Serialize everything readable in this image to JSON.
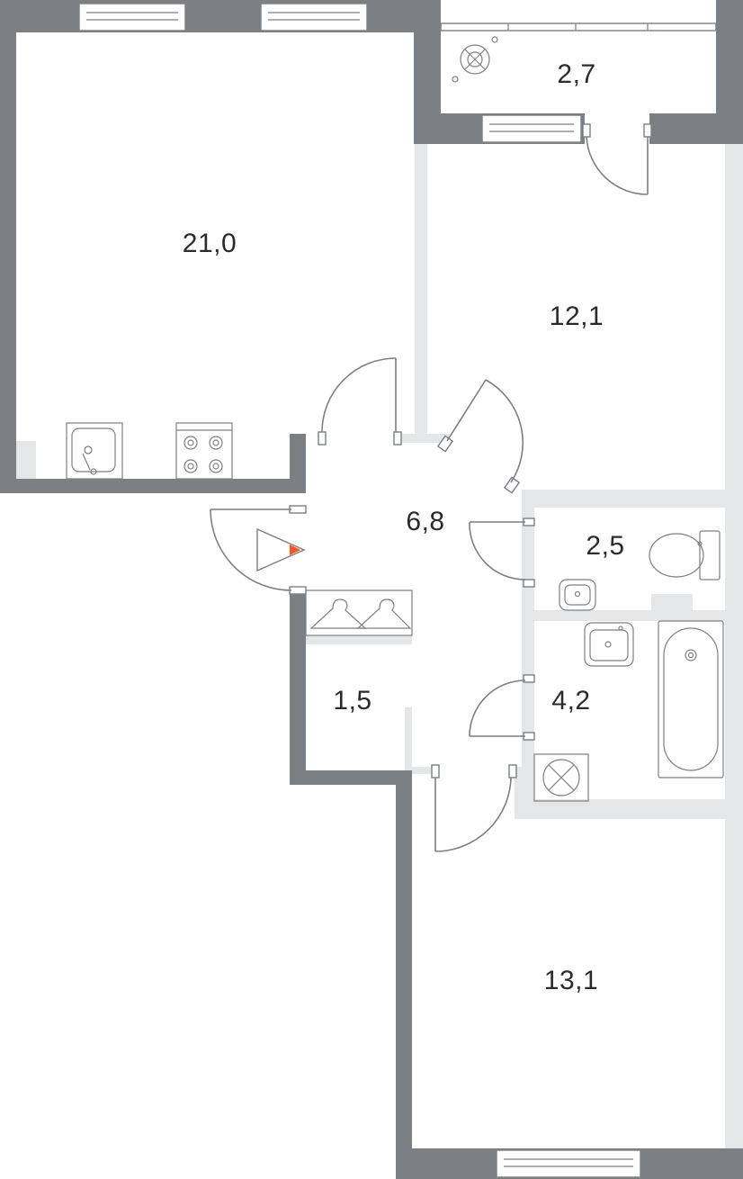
{
  "rooms": [
    {
      "id": "living-kitchen",
      "area": "21,0"
    },
    {
      "id": "balcony",
      "area": "2,7"
    },
    {
      "id": "bedroom-1",
      "area": "12,1"
    },
    {
      "id": "hallway",
      "area": "6,8"
    },
    {
      "id": "wc",
      "area": "2,5"
    },
    {
      "id": "wardrobe",
      "area": "1,5"
    },
    {
      "id": "bathroom",
      "area": "4,2"
    },
    {
      "id": "bedroom-2",
      "area": "13,1"
    }
  ],
  "icons": {
    "entrance": "entrance-arrow-icon",
    "hangers": "clothes-hanger-icon",
    "sink": "sink-icon",
    "stove": "stove-icon",
    "toilet": "toilet-icon",
    "washbasin": "washbasin-icon",
    "bathtub": "bathtub-icon",
    "washing_machine": "washing-machine-icon",
    "air_conditioner": "air-conditioner-icon"
  },
  "colors": {
    "wall": "#7c7f84",
    "partition": "#e4e6e8",
    "entrance_marker": "#f05a28",
    "text": "#2b2b2b"
  }
}
